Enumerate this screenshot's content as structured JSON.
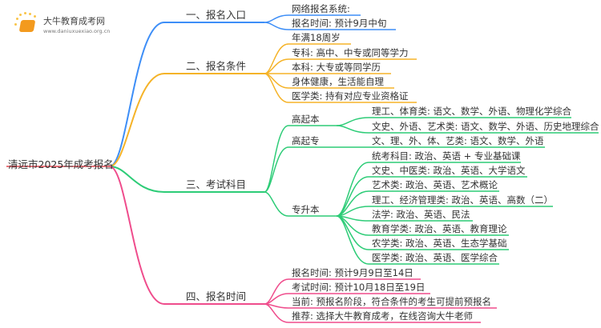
{
  "logo": {
    "name": "大牛教育成考网",
    "url": "www.daniuxuexiao.org.cn"
  },
  "root": "清远市2025年成考报名",
  "colors": {
    "b1": "#3d8ef7",
    "b2": "#f5b328",
    "b3": "#2dcc77",
    "b4": "#ef4c8c",
    "root": "#e0454f"
  },
  "branches": [
    {
      "label": "一、报名入口",
      "items": [
        "网络报名系统:",
        "报名时间: 预计9月中旬"
      ]
    },
    {
      "label": "二、报名条件",
      "items": [
        "年满18周岁",
        "专科: 高中、中专或同等学力",
        "本科: 大专或等同学历",
        "身体健康，生活能自理",
        "医学类: 持有对应专业资格证"
      ]
    },
    {
      "label": "三、考试科目",
      "groups": [
        {
          "label": "高起本",
          "items": [
            "理工、体育类: 语文、数学、外语、物理化学综合",
            "文史、外语、艺术类: 语文、数学、外语、历史地理综合"
          ]
        },
        {
          "label": "高起专",
          "items": [
            "文、理、外、体、艺类: 语文、数学、外语"
          ]
        },
        {
          "label": "专升本",
          "items": [
            "统考科目: 政治、英语 + 专业基础课",
            "文史、中医类: 政治、英语、大学语文",
            "艺术类: 政治、英语、艺术概论",
            "理工、经济管理类: 政治、英语、高数（二）",
            "法学: 政治、英语、民法",
            "教育学类: 政治、英语、教育理论",
            "农学类: 政治、英语、生态学基础",
            "医学类: 政治、英语、医学综合"
          ]
        }
      ]
    },
    {
      "label": "四、报名时间",
      "items": [
        "报名时间: 预计9月9日至14日",
        "考试时间: 预计10月18日至19日",
        "当前: 预报名阶段，符合条件的考生可提前预报名",
        "推荐: 选择大牛教育成考，在线咨询大牛老师"
      ]
    }
  ]
}
